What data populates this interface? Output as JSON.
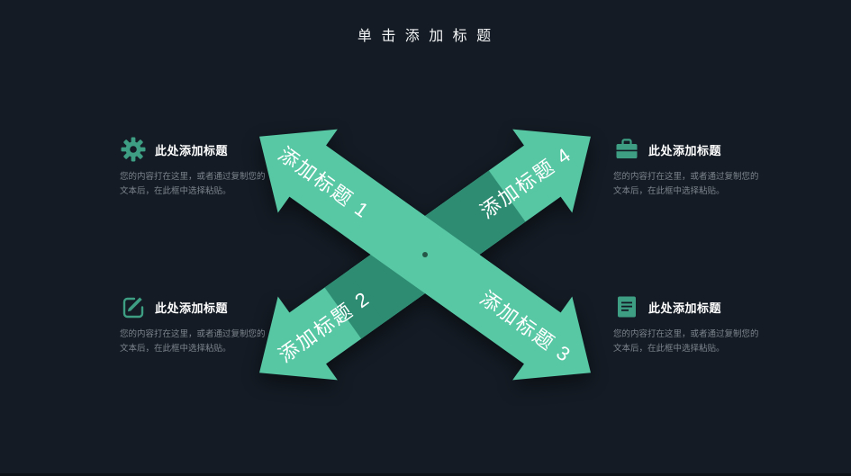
{
  "page": {
    "title": "单 击 添 加 标 题"
  },
  "graphic": {
    "arrows": {
      "top_left": "添加标题 1",
      "bottom_left": "添加标题 2",
      "bottom_right": "添加标题 3",
      "top_right": "添加标题 4"
    }
  },
  "blocks": {
    "top_left": {
      "icon": "gear-icon",
      "heading": "此处添加标题",
      "body": "您的内容打在这里，或者通过复制您的文本后，在此框中选择粘贴。"
    },
    "top_right": {
      "icon": "briefcase-icon",
      "heading": "此处添加标题",
      "body": "您的内容打在这里，或者通过复制您的文本后，在此框中选择粘贴。"
    },
    "bottom_left": {
      "icon": "edit-icon",
      "heading": "此处添加标题",
      "body": "您的内容打在这里，或者通过复制您的文本后，在此框中选择粘贴。"
    },
    "bottom_right": {
      "icon": "document-icon",
      "heading": "此处添加标题",
      "body": "您的内容打在这里，或者通过复制您的文本后，在此框中选择粘贴。"
    }
  },
  "colors": {
    "background": "#141B24",
    "arrow_light": "#57C6A3",
    "arrow_dark": "#2E8C72",
    "icon_green": "#3D9E83",
    "heading_text": "#FFFFFF",
    "body_text": "#7D848D"
  }
}
